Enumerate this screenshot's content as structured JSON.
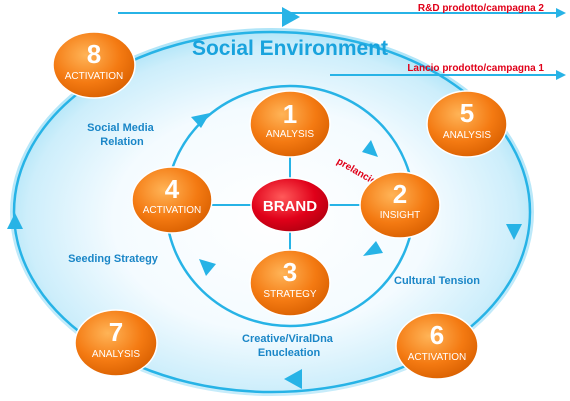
{
  "header": {
    "title": "Social Environment",
    "arrow_top_label": "R&D prodotto/campagna 2",
    "arrow_mid_label": "Lancio prodotto/campagna 1"
  },
  "center": {
    "label": "BRAND",
    "color": "#e00019"
  },
  "prelancio": "prelancio",
  "colors": {
    "orange": "#f47a12",
    "cyan": "#27b3e6",
    "red": "#e00019",
    "title_blue": "#19a3dd",
    "text_blue": "#1a86c7"
  },
  "inner_nodes": [
    {
      "number": "1",
      "label": "ANALYSIS"
    },
    {
      "number": "2",
      "label": "INSIGHT"
    },
    {
      "number": "3",
      "label": "STRATEGY"
    },
    {
      "number": "4",
      "label": "ACTIVATION"
    }
  ],
  "outer_nodes": [
    {
      "number": "5",
      "label": "ANALYSIS"
    },
    {
      "number": "6",
      "label": "ACTIVATION"
    },
    {
      "number": "7",
      "label": "ANALYSIS"
    },
    {
      "number": "8",
      "label": "ACTIVATION"
    }
  ],
  "labels": {
    "social_media_line1": "Social Media",
    "social_media_line2": "Relation",
    "seeding": "Seeding Strategy",
    "cultural": "Cultural Tension",
    "creative_line1": "Creative/ViralDna",
    "creative_line2": "Enucleation"
  }
}
